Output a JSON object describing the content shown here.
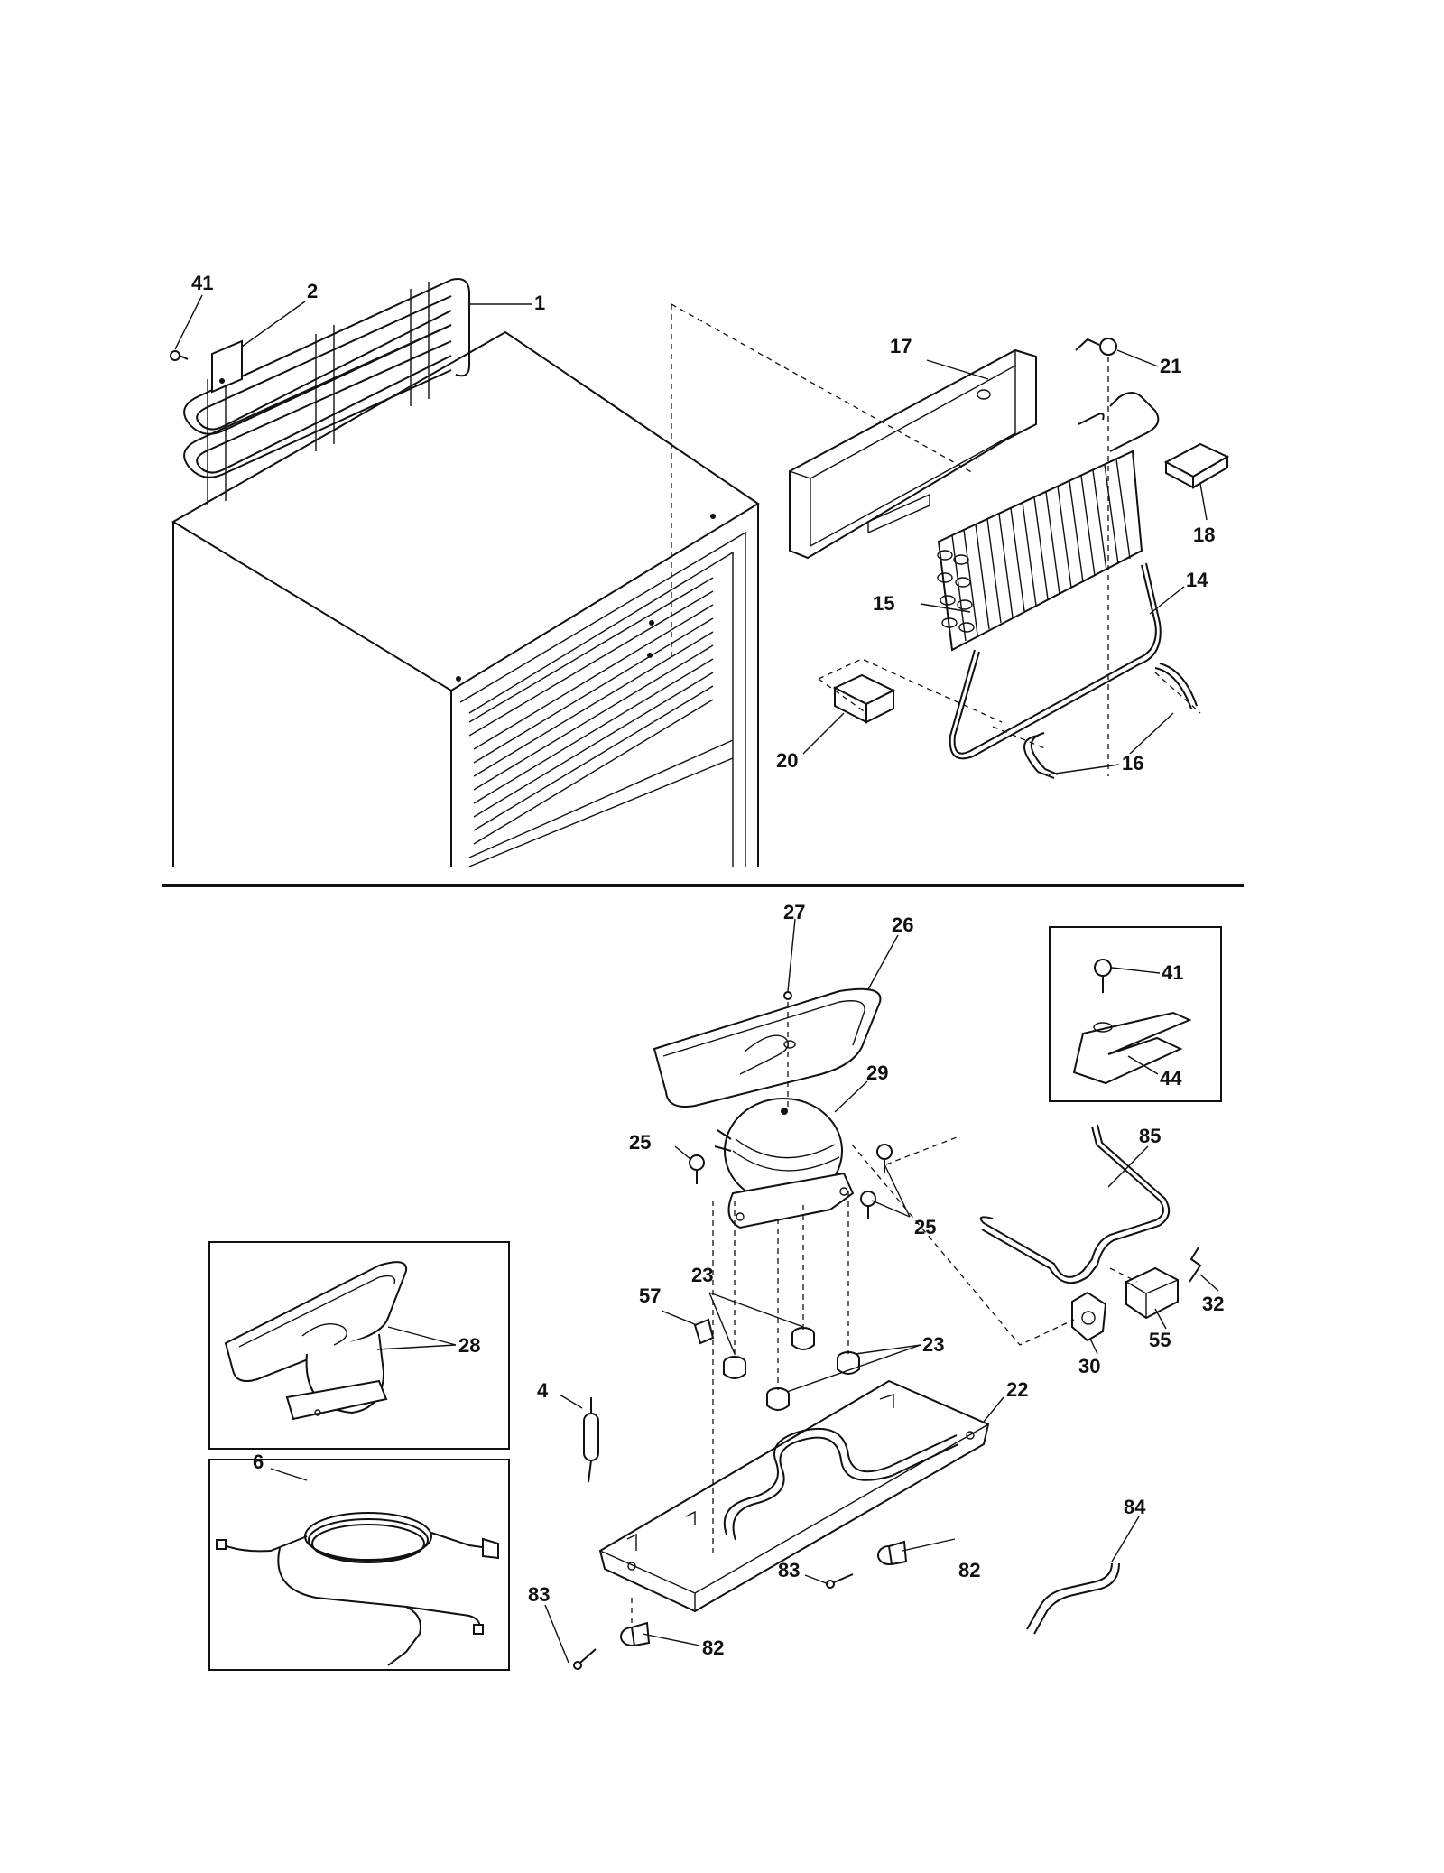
{
  "colors": {
    "ink": "#111111",
    "paper": "#ffffff"
  },
  "callouts": [
    {
      "id": "c41a",
      "text": "41"
    },
    {
      "id": "c2",
      "text": "2"
    },
    {
      "id": "c1",
      "text": "1"
    },
    {
      "id": "c17",
      "text": "17"
    },
    {
      "id": "c21",
      "text": "21"
    },
    {
      "id": "c18",
      "text": "18"
    },
    {
      "id": "c15",
      "text": "15"
    },
    {
      "id": "c14",
      "text": "14"
    },
    {
      "id": "c20",
      "text": "20"
    },
    {
      "id": "c16",
      "text": "16"
    },
    {
      "id": "c27",
      "text": "27"
    },
    {
      "id": "c26",
      "text": "26"
    },
    {
      "id": "c41b",
      "text": "41"
    },
    {
      "id": "c44",
      "text": "44"
    },
    {
      "id": "c29",
      "text": "29"
    },
    {
      "id": "c25a",
      "text": "25"
    },
    {
      "id": "c25b",
      "text": "25"
    },
    {
      "id": "c85",
      "text": "85"
    },
    {
      "id": "c28",
      "text": "28"
    },
    {
      "id": "c57",
      "text": "57"
    },
    {
      "id": "c23a",
      "text": "23"
    },
    {
      "id": "c23b",
      "text": "23"
    },
    {
      "id": "c32",
      "text": "32"
    },
    {
      "id": "c55",
      "text": "55"
    },
    {
      "id": "c30",
      "text": "30"
    },
    {
      "id": "c4",
      "text": "4"
    },
    {
      "id": "c22",
      "text": "22"
    },
    {
      "id": "c6",
      "text": "6"
    },
    {
      "id": "c84",
      "text": "84"
    },
    {
      "id": "c83a",
      "text": "83"
    },
    {
      "id": "c82a",
      "text": "82"
    },
    {
      "id": "c83b",
      "text": "83"
    },
    {
      "id": "c82b",
      "text": "82"
    }
  ]
}
